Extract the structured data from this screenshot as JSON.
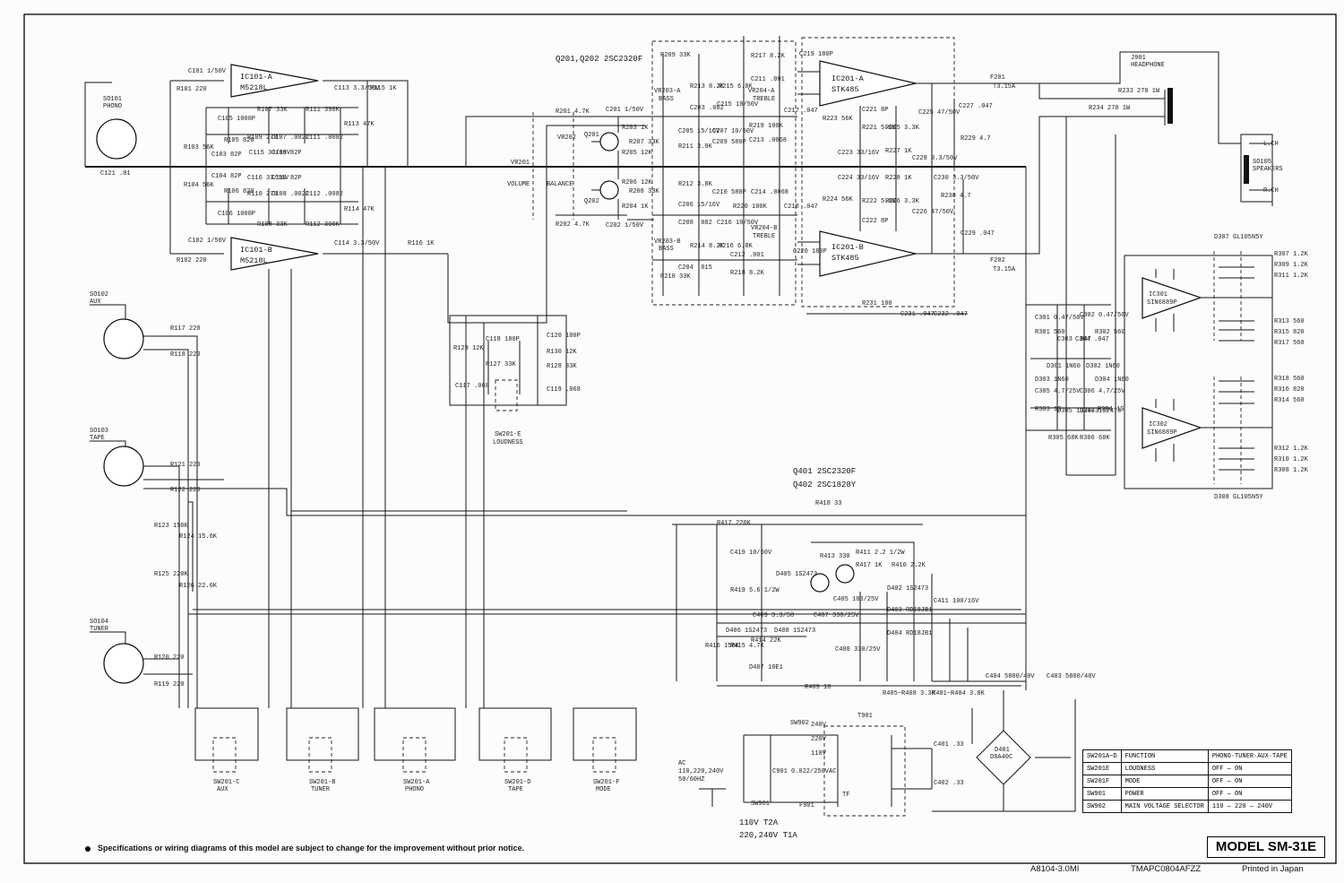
{
  "transistor_labels": {
    "q201_q202": "Q201,Q202 2SC2320F",
    "q401": "Q401 2SC2320F",
    "q402": "Q402 2SC1828Y"
  },
  "ics": [
    {
      "id": "ic101a",
      "ref": "IC101-A",
      "part": "M5218L"
    },
    {
      "id": "ic101b",
      "ref": "IC101-B",
      "part": "M5218L"
    },
    {
      "id": "ic201a",
      "ref": "IC201-A",
      "part": "STK485"
    },
    {
      "id": "ic201b",
      "ref": "IC201-B",
      "part": "STK485"
    },
    {
      "id": "ic301",
      "ref": "IC301",
      "part": "SIN6889P"
    },
    {
      "id": "ic302",
      "ref": "IC302",
      "part": "SIN6889P"
    }
  ],
  "connectors": {
    "so101": {
      "ref": "SO101",
      "name": "PHONO"
    },
    "so102": {
      "ref": "SO102",
      "name": "AUX"
    },
    "so103": {
      "ref": "SO103",
      "name": "TAPE"
    },
    "so104": {
      "ref": "SO104",
      "name": "TUNER"
    },
    "j901": {
      "ref": "J901",
      "name": "HEADPHONE"
    },
    "so105": {
      "ref": "SO105",
      "name": "SPEAKERS",
      "lch": "L.CH",
      "rch": "R.CH"
    }
  },
  "controls": {
    "volume": "VOLUME",
    "balance": "BALANCE",
    "bass": "BASS",
    "treble": "TREBLE",
    "vr201": "VR201",
    "vr202": "VR202",
    "vr203a": "VR203-A",
    "vr203b": "VR203-B",
    "vr204a": "VR204-A",
    "vr204b": "VR204-B"
  },
  "fuses": {
    "f201": {
      "ref": "F201",
      "rating": "T3.15A"
    },
    "f202": {
      "ref": "F202",
      "rating": "T3.15A"
    },
    "f901": {
      "ref": "F901"
    }
  },
  "switches": [
    {
      "id": "sw201c",
      "ref": "SW201-C",
      "name": "AUX"
    },
    {
      "id": "sw201b",
      "ref": "SW201-B",
      "name": "TUNER"
    },
    {
      "id": "sw201a",
      "ref": "SW201-A",
      "name": "PHONO"
    },
    {
      "id": "sw201d",
      "ref": "SW201-D",
      "name": "TAPE"
    },
    {
      "id": "sw201f",
      "ref": "SW201-F",
      "name": "MODE"
    }
  ],
  "loudness_switch": {
    "ref": "SW201-E",
    "name": "LOUDNESS"
  },
  "power": {
    "sw901": "SW901",
    "sw902": "SW902",
    "t901": "T901",
    "tf": "TF",
    "ac_label": "AC",
    "ac_volts": "110,220,240V",
    "ac_freq": "50/60HZ",
    "fuse_110": "110V T2A",
    "fuse_220": "220,240V T1A",
    "taps": [
      "240V",
      "220V",
      "110V"
    ],
    "c901": "C901 0.022/250VAC",
    "d401": "D401",
    "d401_part": "D8A40C"
  },
  "components": {
    "c101": "C101 1/50V",
    "r101": "R101 220",
    "r103": "R103 56K",
    "c103": "C103 82P",
    "c105": "C105 1000P",
    "r105": "R105 820",
    "r107": "R107 33K",
    "r109": "R109 270",
    "c115": "C115 33/16V",
    "c107": "C107 .0022",
    "c109": "C109 82P",
    "r111": "R111 390K",
    "c111": "C111 .0082",
    "c113": "C113 3.3/50V",
    "r113": "R113 47K",
    "r115": "R115 1K",
    "c121": "C121 .01",
    "c102": "C102 1/50V",
    "r102": "R102 220",
    "r104": "R104 56K",
    "c104": "C104 82P",
    "c106": "C106 1000P",
    "r106": "R106 820",
    "r108": "R108 33K",
    "r110": "R110 270",
    "c116": "C116 33/16V",
    "c108": "C108 .0022",
    "c110": "C110 82P",
    "r112": "R112 390K",
    "c112": "C112 .0082",
    "c114": "C114 3.3/50V",
    "r114": "R114 47K",
    "r116": "R116 1K",
    "r201": "R201 4.7K",
    "r202": "R202 4.7K",
    "c201": "C201 1/50V",
    "c202": "C202 1/50V",
    "r203": "R203 1K",
    "r204": "R204 1K",
    "r205": "R205 12K",
    "r206": "R206 12K",
    "r207": "R207 33K",
    "r208": "R208 33K",
    "q201": "Q201",
    "q202": "Q202",
    "r117": "R117 220",
    "r118": "R118 220",
    "r119": "R119 220",
    "r120": "R120 220",
    "r121": "R121 220",
    "r122": "R122 220",
    "r123": "R123 150K",
    "r124": "R124 15.6K",
    "r125": "R125 220K",
    "r126": "R126 22.6K",
    "r129": "R129 12K",
    "r130": "R130 12K",
    "r127": "R127 33K",
    "r128": "R128 33K",
    "c118": "C118 180P",
    "c120": "C120 180P",
    "c117": "C117 .068",
    "c119": "C119 .068",
    "q401": "Q401",
    "q402": "Q402",
    "r413": "R413 330",
    "r411": "R411 2.2 1/2W",
    "r417": "R417 1K",
    "r410": "R410 2.2K",
    "c411": "C411 100/16V",
    "d405": "D405 1S2473",
    "d402": "D402 1S2473",
    "d403": "D403 RD18JB1",
    "d404": "D404 RD18JB1",
    "d406": "D406 1S2473",
    "d408": "D408 1S2473",
    "d407": "D407 10E1",
    "r417b": "R417 220K",
    "c419": "C419 10/50V",
    "r418": "R418 33",
    "r419": "R419 5.6 1/2W",
    "c409": "C409 3.3/50",
    "c405": "C405 100/25V",
    "c407": "C407 330/25V",
    "c408": "C408 330/25V",
    "c404": "C404 5800/40V",
    "c403": "C403 5800/40V",
    "r414": "R414 22K",
    "r415": "R415 4.7K",
    "r416": "R416 150K",
    "r409": "R409 10",
    "r405": "R405~R408 3.3K",
    "r401": "R401~R404 3.8K",
    "c401": "C401 .33",
    "c402": "C402 .33",
    "r301": "R301 560",
    "r302": "R302 560",
    "c301": "C301 0.47/50V",
    "c302": "C302 0.47/50V",
    "c303": "C303 .047",
    "c304": "C304 .047",
    "d301": "D301 1N60",
    "d302": "D302 1N60",
    "d303": "D303 1N60",
    "d304": "D304 1N60",
    "c305": "C305 4.7/25V",
    "c306": "C306 4.7/25V",
    "r303": "R303 1S",
    "r304": "R304 1S",
    "r305": "R305 68K",
    "r306": "R306 68K",
    "d305": "D305 1S2473",
    "d306": "D306 1S2473",
    "d307": "D307 GL105N5Y",
    "d308": "D308 GL105N5Y",
    "r307": "R307 1.2K",
    "r309": "R309 1.2K",
    "r311": "R311 1.2K",
    "r313": "R313 560",
    "r315": "R315 820",
    "r317": "R317 560",
    "r318": "R318 560",
    "r316": "R316 820",
    "r314": "R314 560",
    "r312": "R312 1.2K",
    "r310": "R310 1.2K",
    "r308": "R308 1.2K",
    "r233": "R233 270 1W",
    "r234": "R234 270 1W",
    "c219": "C219 180P",
    "c220": "C220 180P",
    "c217": "C217 .047",
    "c218": "C218 .047",
    "c221": "C221 8P",
    "c222": "C222 8P",
    "r223": "R223 56K",
    "r224": "R224 56K",
    "c223": "C223 33/16V",
    "c224": "C224 33/16V",
    "r225": "R225 3.3K",
    "r226": "R226 3.3K",
    "r221": "R221 5.6K",
    "r222": "R222 5.6K",
    "c225": "C225 47/50V",
    "c226": "C226 47/50V",
    "r227": "R227 1K",
    "r228": "R228 1K",
    "c227": "C227 .047",
    "c228": "C228 3.3/50V",
    "r229": "R229 4.7",
    "r230": "R230 4.7",
    "c229": "C229 .047",
    "c230": "C230 3.3/50V",
    "r231": "R231 100",
    "c231": "C231 .047",
    "c232": "C232 .047",
    "r209": "R209 33K",
    "r210": "R210 33K",
    "r211": "R211 3.9K",
    "r212": "R212 3.8K",
    "r213": "R213 8.2K",
    "r214": "R214 8.2K",
    "r215": "R215 6.8K",
    "r216": "R216 6.8K",
    "r217": "R217 8.2K",
    "r218": "R218 8.2K",
    "r219": "R219 100K",
    "r220": "R220 100K",
    "c203": "C203 .082",
    "c204": "C204 .015",
    "c205": "C205 15/16V",
    "c206": "C206 15/16V",
    "c207": "C207 10/50V",
    "c208": "C208 .082",
    "c209": "C209 580P",
    "c210": "C210 580P",
    "c211": "C211 .001",
    "c212": "C212 .001",
    "c213": "C213 .0068",
    "c214": "C214 .0068",
    "c215": "C215 10/50V",
    "c216": "C216 10/50V"
  },
  "spec_table": {
    "header": [
      "SW201A~D",
      "FUNCTION",
      "PHONO·TUNER·AUX·TAPE"
    ],
    "rows": [
      [
        "SW201E",
        "LOUDNESS",
        "OFF — ON"
      ],
      [
        "SW201F",
        "MODE",
        "OFF — ON"
      ],
      [
        "SW901",
        "POWER",
        "OFF — ON"
      ],
      [
        "SW902",
        "MAIN VOLTAGE SELECTOR",
        "110 — 220 — 240V"
      ]
    ]
  },
  "model": "MODEL SM-31E",
  "notice": "Specifications or wiring diagrams of this model are subject to change for the improvement without prior notice.",
  "footer": {
    "doc_no": "A8104-3.0MI",
    "code": "TMAPC0804AFZZ",
    "printed": "Printed in Japan"
  }
}
